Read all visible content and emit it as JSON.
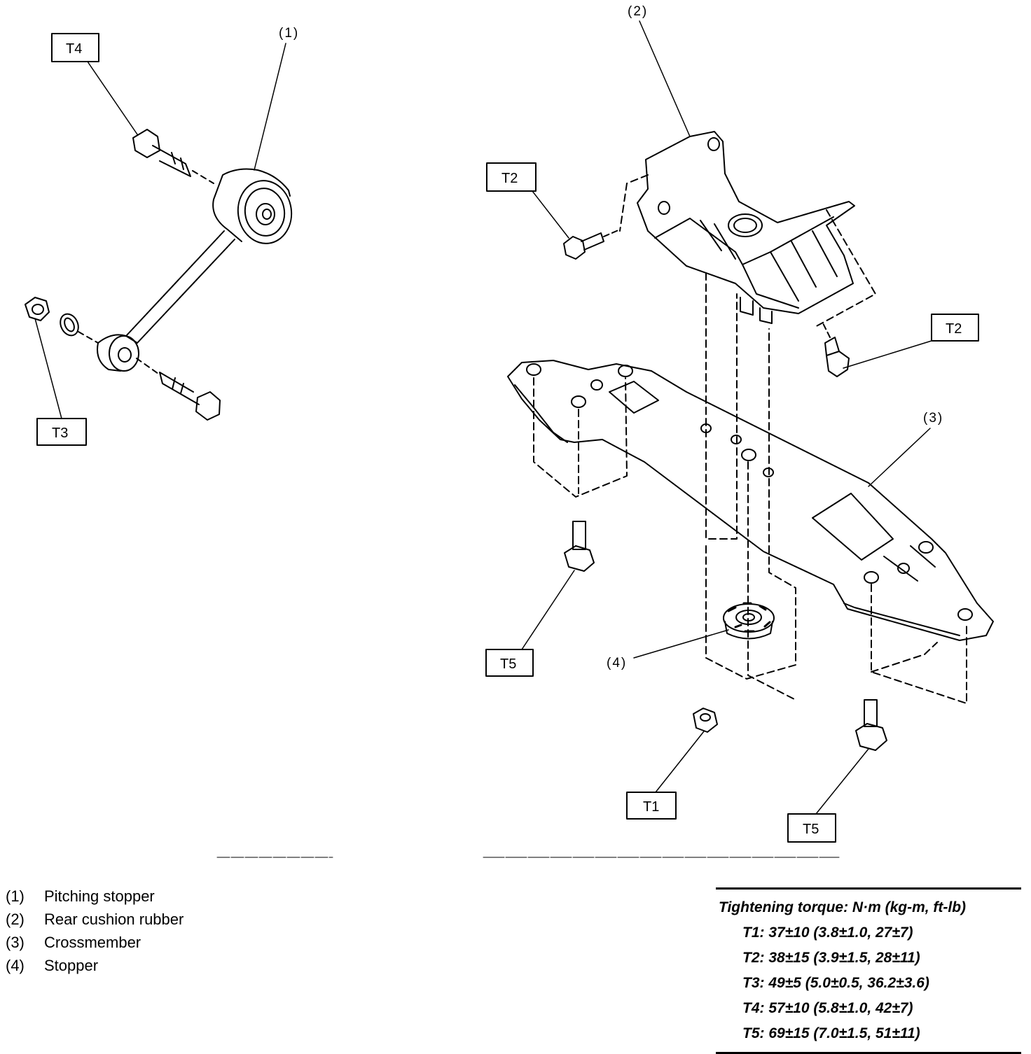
{
  "callouts": {
    "c1": "(1)",
    "c2": "(2)",
    "c3": "(3)",
    "c4": "(4)"
  },
  "torque_labels": {
    "t4": "T4",
    "t3": "T3",
    "t2a": "T2",
    "t2b": "T2",
    "t5a": "T5",
    "t1": "T1",
    "t5b": "T5"
  },
  "legend": [
    {
      "num": "(1)",
      "name": "Pitching stopper"
    },
    {
      "num": "(2)",
      "name": "Rear cushion rubber"
    },
    {
      "num": "(3)",
      "name": "Crossmember"
    },
    {
      "num": "(4)",
      "name": "Stopper"
    }
  ],
  "torque_table": {
    "title": "Tightening torque: N·m (kg-m, ft-lb)",
    "rows": [
      "T1: 37±10 (3.8±1.0, 27±7)",
      "T2: 38±15 (3.9±1.5, 28±11)",
      "T3: 49±5 (5.0±0.5, 36.2±3.6)",
      "T4: 57±10 (5.8±1.0, 42±7)",
      "T5: 69±15 (7.0±1.5, 51±11)"
    ]
  }
}
